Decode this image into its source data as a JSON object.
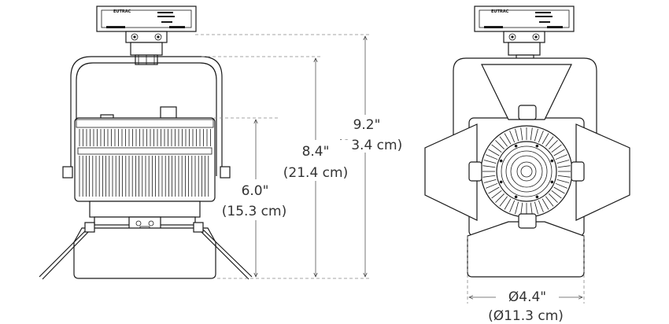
{
  "brand": "EUTRAC",
  "dimensions": {
    "overall_height": {
      "inch": "9.2\"",
      "cm": "(23.4 cm)"
    },
    "yoke_height": {
      "inch": "8.4\"",
      "cm": "(21.4 cm)"
    },
    "body_height": {
      "inch": "6.0\"",
      "cm": "(15.3 cm)"
    },
    "lens_diameter": {
      "inch": "Ø4.4\"",
      "cm": "(Ø11.3 cm)"
    }
  }
}
